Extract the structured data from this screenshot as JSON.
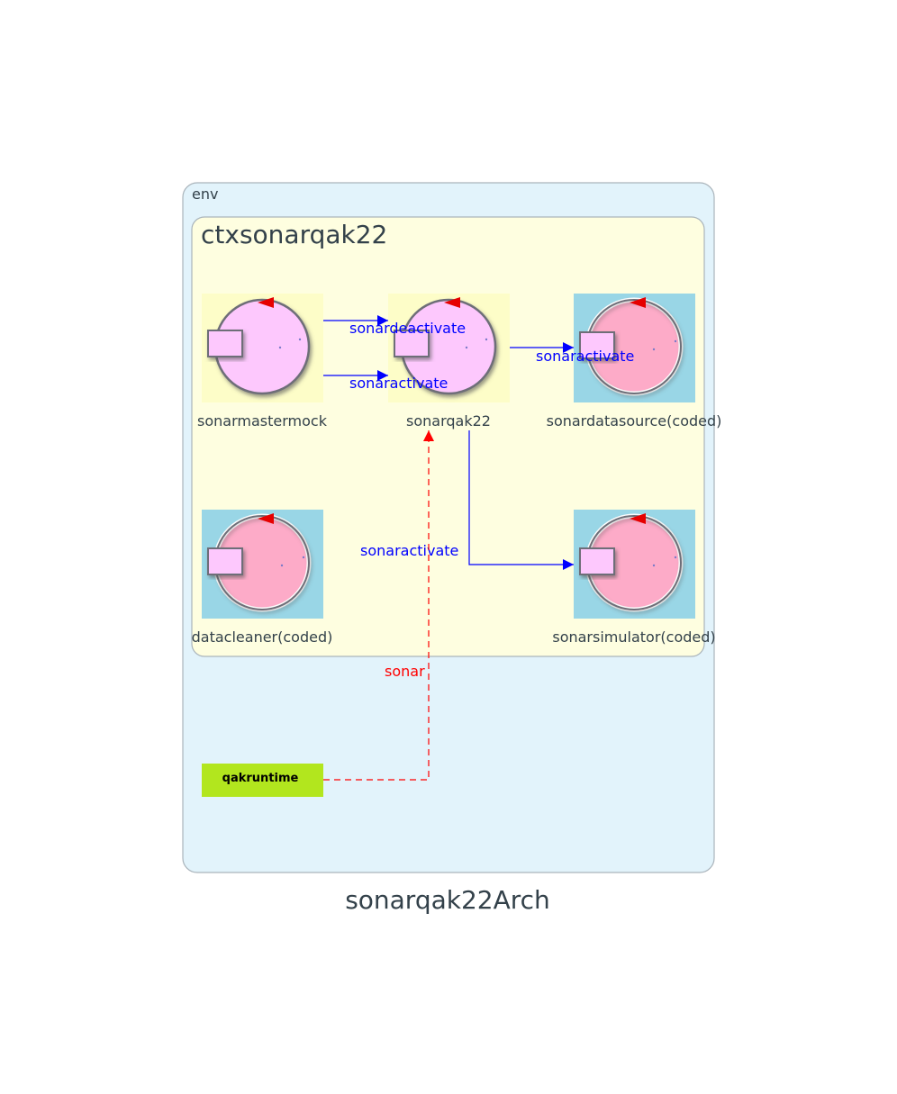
{
  "diagram": {
    "title": "sonarqak22Arch",
    "clusters": {
      "env": {
        "label": "env"
      },
      "context": {
        "label": "ctxsonarqak22"
      }
    },
    "actors": {
      "sonarmastermock": {
        "label": "sonarmastermock",
        "kind": "internal"
      },
      "sonarqak22": {
        "label": "sonarqak22",
        "kind": "internal"
      },
      "sonardatasource": {
        "label": "sonardatasource(coded)",
        "kind": "coded"
      },
      "datacleaner": {
        "label": "datacleaner(coded)",
        "kind": "coded"
      },
      "sonarsimulator": {
        "label": "sonarsimulator(coded)",
        "kind": "coded"
      }
    },
    "runtime": {
      "label": "qakruntime"
    },
    "edges": {
      "master_to_qak_deactivate": {
        "label": "sonardeactivate"
      },
      "master_to_qak_activate": {
        "label": "sonaractivate"
      },
      "qak_to_datasource": {
        "label": "sonaractivate"
      },
      "qak_to_simulator": {
        "label": "sonaractivate"
      },
      "runtime_to_qak": {
        "label": "sonar"
      }
    },
    "colors": {
      "env_fill": "#e2f3fb",
      "context_fill": "#fefee0",
      "cluster_border": "#aab4bb",
      "dispatch_edge": "#0000ff",
      "event_edge": "#ff0000",
      "runtime_fill": "#b2e61e",
      "coded_bg": "#99d6e6",
      "internal_bg": "#fdfdc8"
    }
  }
}
